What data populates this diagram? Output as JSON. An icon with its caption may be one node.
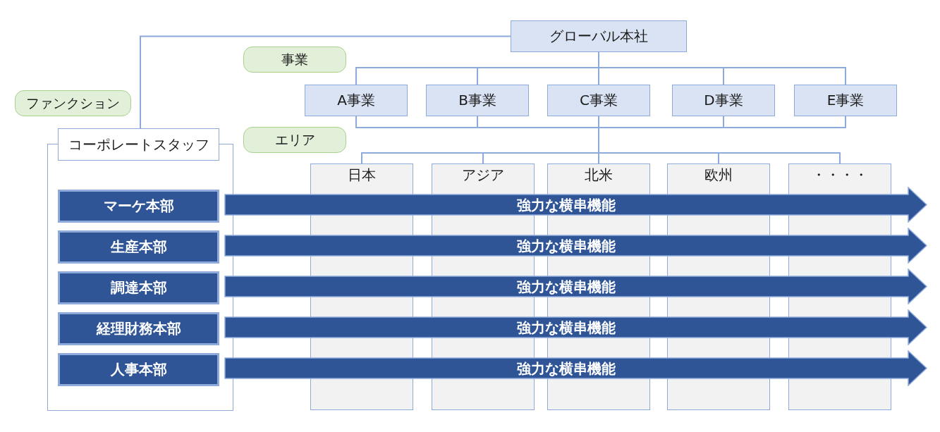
{
  "diagram": {
    "nodes": [
      {
        "text": [
          "グローバル本社"
        ]
      },
      {
        "text": [
          "事業"
        ]
      },
      {
        "text": [
          "ファンクション"
        ]
      },
      {
        "text": [
          "A事業"
        ]
      },
      {
        "text": [
          "B事業"
        ]
      },
      {
        "text": [
          "C事業"
        ]
      },
      {
        "text": [
          "D事業"
        ]
      },
      {
        "text": [
          "E事業"
        ]
      },
      {
        "text": [
          "エリア"
        ]
      },
      {
        "text": [
          "コーポレートスタッフ"
        ]
      },
      {
        "text": [
          "日本"
        ]
      },
      {
        "text": [
          "アジア"
        ]
      },
      {
        "text": [
          "北米"
        ]
      },
      {
        "text": [
          "欧州"
        ]
      },
      {
        "text": [
          "・・・・"
        ]
      },
      {
        "text": [
          "マーケ本部"
        ],
        "in": 9
      },
      {
        "text": [
          "強力な横串機能"
        ]
      },
      {
        "text": [
          "生産本部"
        ],
        "in": 9
      },
      {
        "text": [
          "強力な横串機能"
        ]
      },
      {
        "text": [
          "調達本部"
        ],
        "in": 9
      },
      {
        "text": [
          "強力な横串機能"
        ]
      },
      {
        "text": [
          "経理財務本部"
        ],
        "in": 9
      },
      {
        "text": [
          "強力な横串機能"
        ]
      },
      {
        "text": [
          "人事本部"
        ],
        "in": 9
      },
      {
        "text": [
          "強力な横串機能"
        ]
      }
    ],
    "edges": [
      {
        "from": 0,
        "to": 9,
        "arrow": "none"
      },
      {
        "from": 0,
        "to": 3,
        "arrow": "none"
      },
      {
        "from": 0,
        "to": 4,
        "arrow": "none"
      },
      {
        "from": 0,
        "to": 5,
        "arrow": "none"
      },
      {
        "from": 0,
        "to": 6,
        "arrow": "none"
      },
      {
        "from": 0,
        "to": 7,
        "arrow": "none"
      },
      {
        "from": 3,
        "to": 10,
        "arrow": "none"
      },
      {
        "from": 3,
        "to": 11,
        "arrow": "none"
      },
      {
        "from": 3,
        "to": 12,
        "arrow": "none"
      },
      {
        "from": 3,
        "to": 13,
        "arrow": "none"
      },
      {
        "from": 3,
        "to": 14,
        "arrow": "none"
      },
      {
        "from": 4,
        "to": 10,
        "arrow": "none"
      },
      {
        "from": 4,
        "to": 11,
        "arrow": "none"
      },
      {
        "from": 4,
        "to": 12,
        "arrow": "none"
      },
      {
        "from": 4,
        "to": 13,
        "arrow": "none"
      },
      {
        "from": 4,
        "to": 14,
        "arrow": "none"
      },
      {
        "from": 5,
        "to": 10,
        "arrow": "none"
      },
      {
        "from": 5,
        "to": 11,
        "arrow": "none"
      },
      {
        "from": 5,
        "to": 12,
        "arrow": "none"
      },
      {
        "from": 5,
        "to": 13,
        "arrow": "none"
      },
      {
        "from": 5,
        "to": 14,
        "arrow": "none"
      },
      {
        "from": 6,
        "to": 10,
        "arrow": "none"
      },
      {
        "from": 6,
        "to": 11,
        "arrow": "none"
      },
      {
        "from": 6,
        "to": 12,
        "arrow": "none"
      },
      {
        "from": 6,
        "to": 13,
        "arrow": "none"
      },
      {
        "from": 6,
        "to": 14,
        "arrow": "none"
      },
      {
        "from": 7,
        "to": 10,
        "arrow": "none"
      },
      {
        "from": 7,
        "to": 11,
        "arrow": "none"
      },
      {
        "from": 7,
        "to": 12,
        "arrow": "none"
      },
      {
        "from": 7,
        "to": 13,
        "arrow": "none"
      },
      {
        "from": 7,
        "to": 14,
        "arrow": "none"
      }
    ]
  }
}
